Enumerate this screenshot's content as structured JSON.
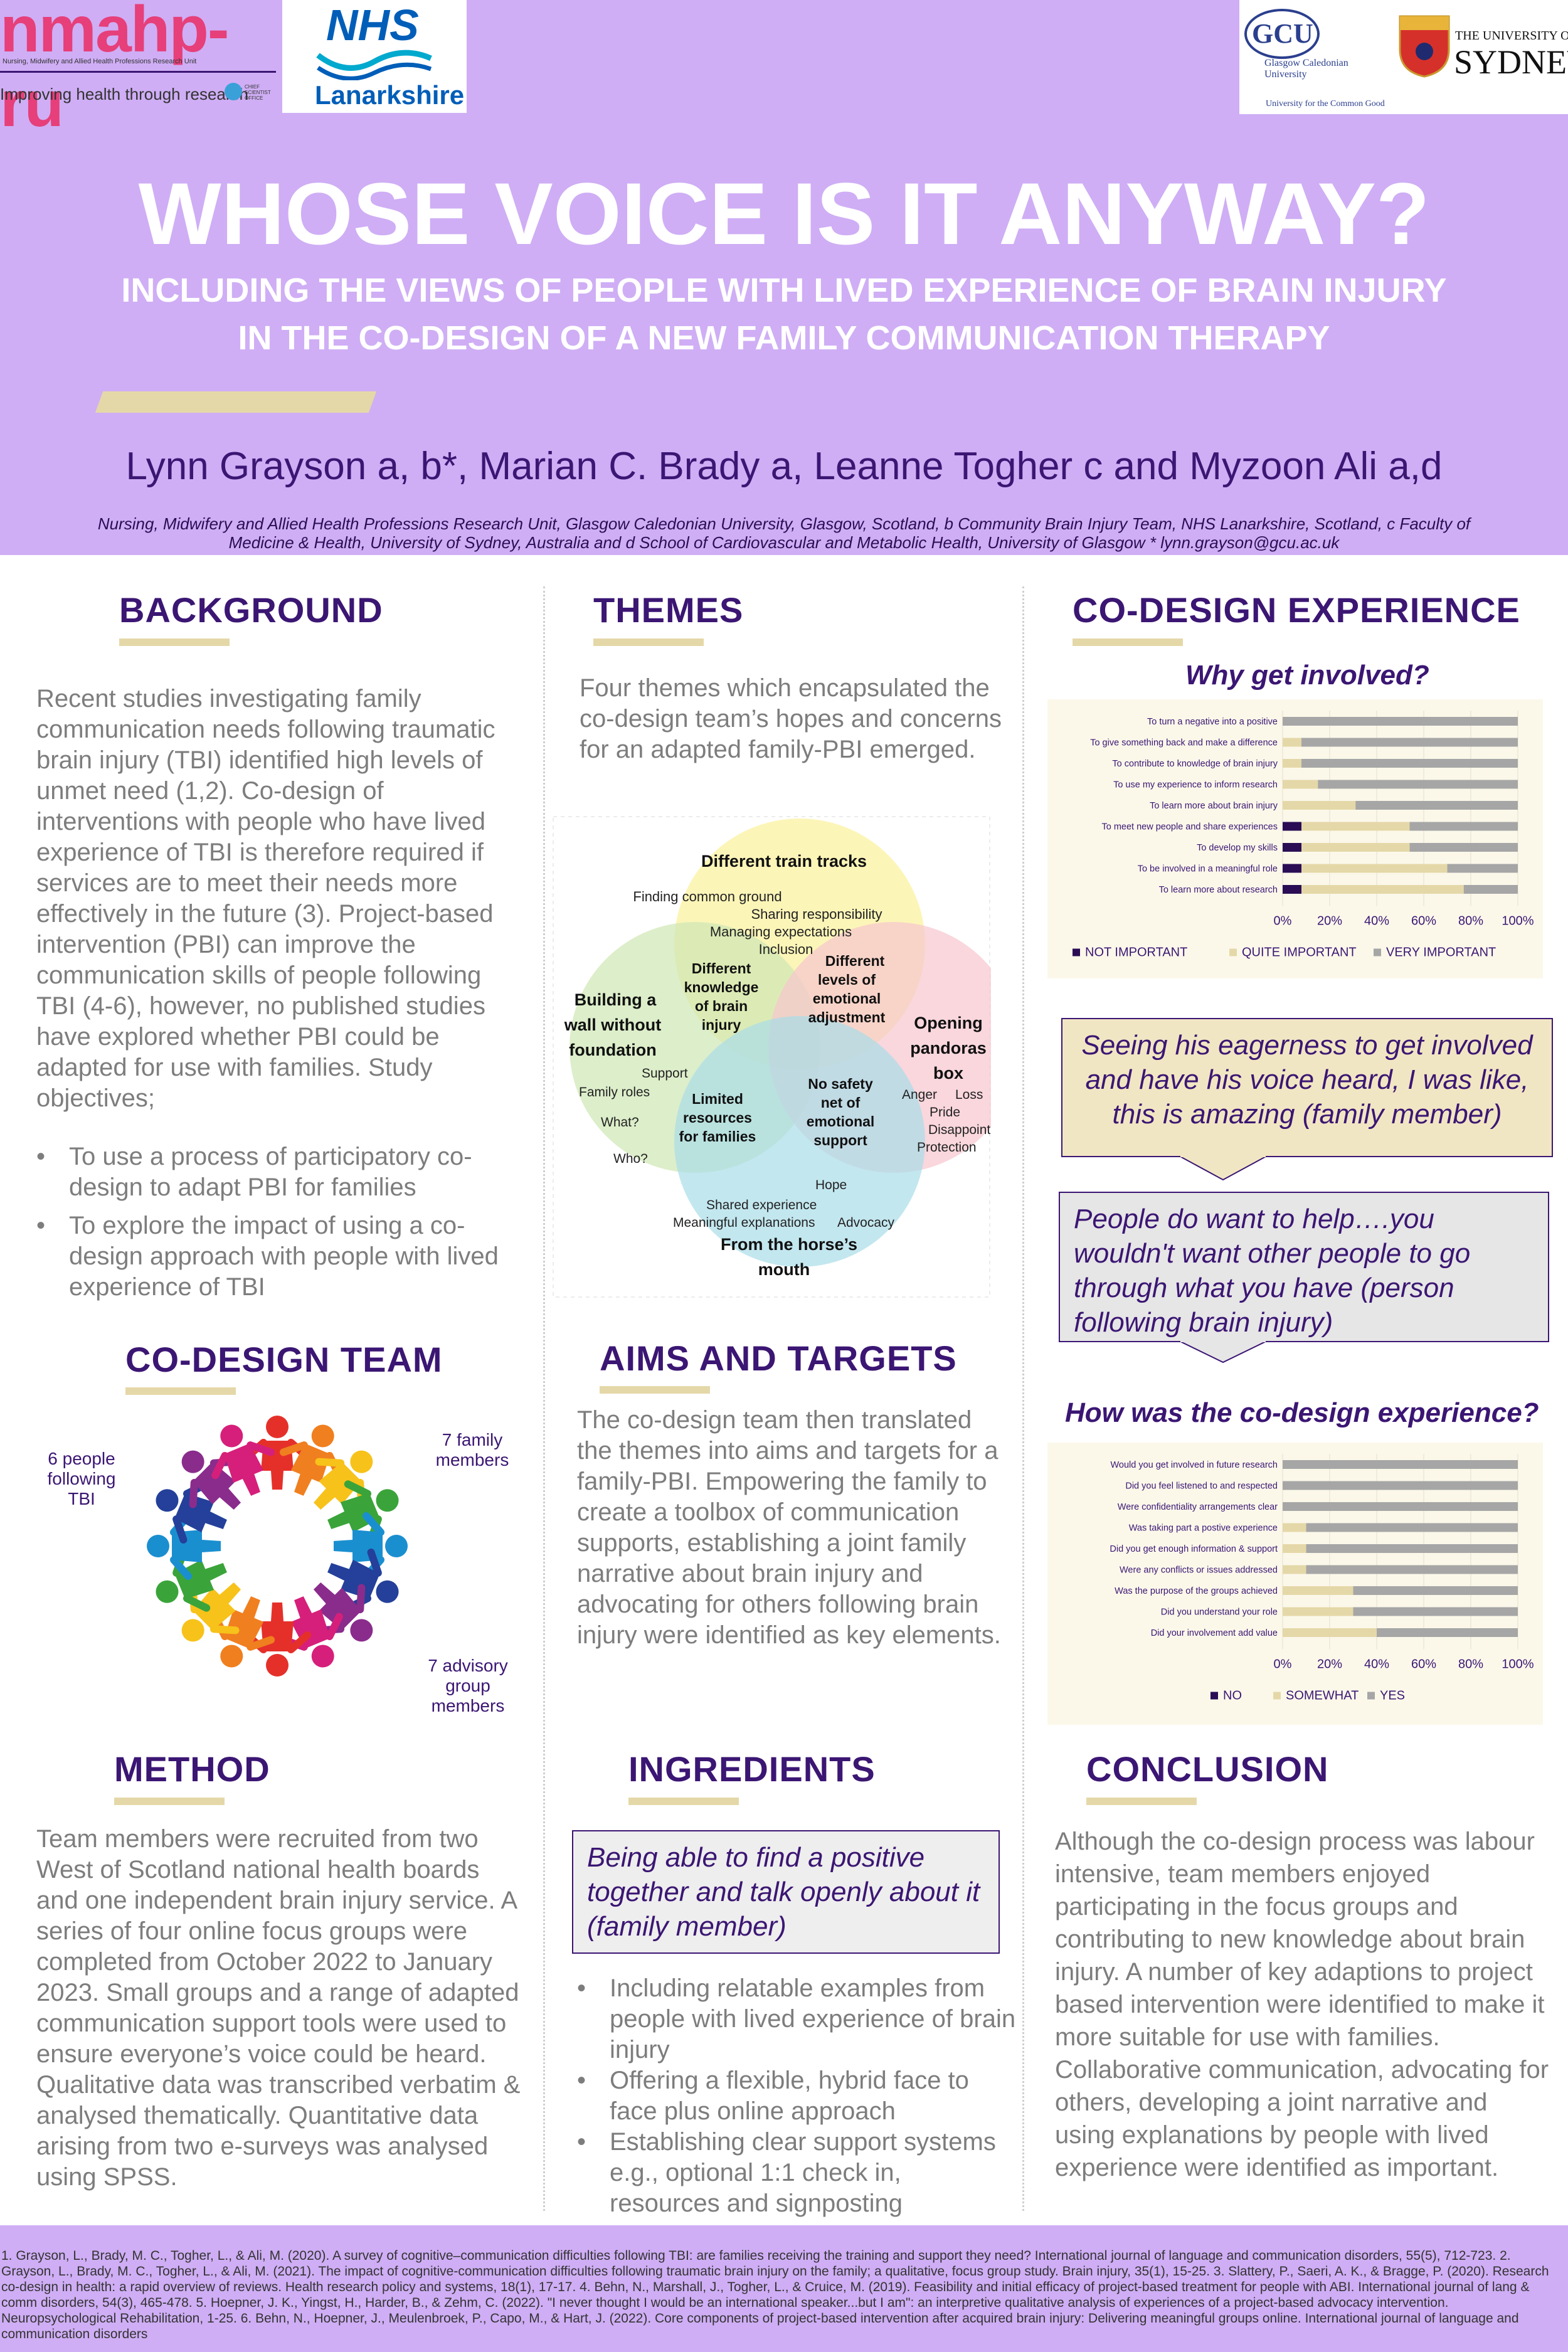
{
  "header": {
    "nmahp_logo": "nmahp-ru",
    "nmahp_sub": "Nursing, Midwifery and Allied Health Professions Research Unit",
    "nmahp_tagline": "Improving health through research",
    "cso_text": "CHIEF SCIENTIST OFFICE",
    "nhs_logo": "NHS",
    "nhs_sub": "Lanarkshire",
    "gcu_logo": "GCU",
    "gcu_name_1": "Glasgow Caledonian",
    "gcu_name_2": "University",
    "gcu_tagline": "University for the Common Good",
    "sydney_1": "THE UNIVERSITY OF",
    "sydney_2": "SYDNEY",
    "title": "WHOSE VOICE IS IT ANYWAY?",
    "subtitle_1": "INCLUDING THE VIEWS OF PEOPLE WITH LIVED EXPERIENCE OF BRAIN INJURY",
    "subtitle_2": "IN THE CO-DESIGN OF A NEW FAMILY COMMUNICATION THERAPY",
    "authors": "Lynn Grayson a, b*, Marian C. Brady a, Leanne Togher c and Myzoon Ali a,d",
    "affiliations_1": "Nursing, Midwifery and Allied Health Professions Research Unit, Glasgow Caledonian University, Glasgow, Scotland, b Community Brain Injury Team, NHS Lanarkshire, Scotland, c Faculty of",
    "affiliations_2": "Medicine & Health, University of Sydney, Australia and d School of Cardiovascular and Metabolic Health, University of Glasgow  * lynn.grayson@gcu.ac.uk",
    "colors": {
      "header_bg": "#cfaef5",
      "title": "#ffffff",
      "accent": "#3b1673",
      "underline": "#e5d8a8"
    }
  },
  "background": {
    "heading": "BACKGROUND",
    "text": "Recent studies investigating family communication needs following traumatic brain injury (TBI) identified high levels of unmet need (1,2). Co-design of interventions with people who have lived experience of TBI is therefore required if services are to meet their needs more effectively in the future (3). Project-based intervention (PBI) can improve the communication skills of people following TBI (4-6), however, no published studies have explored whether PBI could be adapted for use with families. Study objectives;",
    "bullets": [
      "To use a process of participatory co-design to adapt PBI for families",
      "To explore the impact of using a co-design approach with people with lived experience of  TBI"
    ]
  },
  "codesign_team": {
    "heading": "CO-DESIGN TEAM",
    "label_people": "6 people following TBI",
    "label_family": "7 family members",
    "label_advisory": "7 advisory group members",
    "icon": "people-circle-icon"
  },
  "method": {
    "heading": "METHOD",
    "text": "Team members were recruited from two West of Scotland national health boards and one independent brain injury service. A series of  four online focus groups were completed from October 2022 to January 2023. Small groups and a range of adapted communication support tools were used to ensure everyone’s voice could be heard. Qualitative data was transcribed verbatim & analysed thematically. Quantitative data arising from two e-surveys was analysed using SPSS."
  },
  "themes": {
    "heading": "THEMES",
    "text": "Four themes which encapsulated the co-design team’s hopes and concerns for an adapted family-PBI emerged.",
    "venn": {
      "top_title": "Different train tracks",
      "top_items": [
        "Finding common ground",
        "Sharing responsibility",
        "Managing expectations",
        "Inclusion"
      ],
      "left_title": [
        "Building a",
        "wall without",
        "foundation"
      ],
      "left_items": [
        "Support",
        "Family roles",
        "What?",
        "Who?"
      ],
      "right_title": [
        "Opening",
        "pandoras",
        "box"
      ],
      "right_items": [
        "Anger",
        "Loss",
        "Pride",
        "Disappointment",
        "Protection"
      ],
      "bottom_title": [
        "From the horse’s",
        "mouth"
      ],
      "bottom_items": [
        "Hope",
        "Shared experience",
        "Meaningful explanations",
        "Advocacy"
      ],
      "overlap_tl": [
        "Different",
        "knowledge",
        "of brain",
        "injury"
      ],
      "overlap_tr": [
        "Different",
        "levels of",
        "emotional",
        "adjustment"
      ],
      "overlap_bl": [
        "Limited",
        "resources",
        "for families"
      ],
      "overlap_br": [
        "No safety",
        "net of",
        "emotional",
        "support"
      ],
      "colors": {
        "top": "#fbf3a6",
        "left": "#cfe7b3",
        "right": "#f7c6cf",
        "bottom": "#a9dde8"
      }
    }
  },
  "aims": {
    "heading": "AIMS AND TARGETS",
    "text": "The co-design team then translated the themes into aims and targets for a family-PBI. Empowering the family to create a toolbox of communication supports, establishing a joint family narrative about brain injury and advocating for others following brain injury were identified as key elements."
  },
  "ingredients": {
    "heading": "INGREDIENTS",
    "quote": "Being able to find a positive together and talk openly about it (family member)",
    "bullets": [
      "Including relatable examples from people with lived experience of brain injury",
      "Offering a flexible, hybrid face to face plus online approach",
      "Establishing clear support systems e.g., optional 1:1 check in, resources and signposting"
    ]
  },
  "codesign_experience": {
    "heading": "CO-DESIGN EXPERIENCE",
    "why_heading": "Why get involved?",
    "quote1": "Seeing his eagerness to get involved and have his voice heard, I was like, this is amazing (family member)",
    "quote2": "People do want to help….you wouldn't want other people to go through what you have (person following brain injury)",
    "how_heading": "How was the co-design experience?"
  },
  "chart_data": [
    {
      "type": "bar",
      "orientation": "horizontal",
      "stacked": true,
      "title": "Why get involved?",
      "categories": [
        "To turn a negative into a positive",
        "To give something back and make a difference",
        "To contribute to knowledge of brain injury",
        "To use my experience to inform research",
        "To learn more about brain injury",
        "To meet new people and share experiences",
        "To develop my skills",
        "To be involved in a meaningful role",
        "To learn more about research"
      ],
      "series": [
        {
          "name": "NOT IMPORTANT",
          "color": "#2a0d55",
          "values": [
            0,
            0,
            0,
            0,
            0,
            8,
            8,
            8,
            8
          ]
        },
        {
          "name": "QUITE IMPORTANT",
          "color": "#e5d8a8",
          "values": [
            0,
            8,
            8,
            15,
            31,
            46,
            46,
            62,
            69
          ]
        },
        {
          "name": "VERY IMPORTANT",
          "color": "#a6a6a6",
          "values": [
            100,
            92,
            92,
            85,
            69,
            46,
            46,
            30,
            23
          ]
        }
      ],
      "xlim": [
        0,
        100
      ],
      "xticks": [
        "0%",
        "20%",
        "40%",
        "60%",
        "80%",
        "100%"
      ],
      "legend": "bottom"
    },
    {
      "type": "bar",
      "orientation": "horizontal",
      "stacked": true,
      "title": "How was the co-design experience?",
      "categories": [
        "Would you get involved in future research",
        "Did you feel listened to and respected",
        "Were confidentiality arrangements clear",
        "Was taking part a postive experience",
        "Did you get enough information & support",
        "Were any conflicts or issues addressed",
        "Was the purpose of the groups achieved",
        "Did you understand your role",
        "Did your involvement add value"
      ],
      "series": [
        {
          "name": "NO",
          "color": "#2a0d55",
          "values": [
            0,
            0,
            0,
            0,
            0,
            0,
            0,
            0,
            0
          ]
        },
        {
          "name": "SOMEWHAT",
          "color": "#e5d8a8",
          "values": [
            0,
            0,
            0,
            10,
            10,
            10,
            30,
            30,
            40
          ]
        },
        {
          "name": "YES",
          "color": "#a6a6a6",
          "values": [
            100,
            100,
            100,
            90,
            90,
            90,
            70,
            70,
            60
          ]
        }
      ],
      "xlim": [
        0,
        100
      ],
      "xticks": [
        "0%",
        "20%",
        "40%",
        "60%",
        "80%",
        "100%"
      ],
      "legend": "bottom"
    }
  ],
  "conclusion": {
    "heading": "CONCLUSION",
    "text": "Although the co-design process was labour intensive, team members enjoyed participating in the focus groups and contributing to new knowledge about brain injury. A number of key adaptions to project based intervention were identified to make it more suitable for use with families. Collaborative communication, advocating for others, developing a joint narrative and using explanations by people with lived experience were identified as important."
  },
  "references": {
    "text": "1.  Grayson, L., Brady, M. C., Togher, L., & Ali, M. (2020). A survey of cognitive–communication difficulties following TBI: are families receiving the training and support they need? International journal of language and communication disorders, 55(5), 712-723. 2. Grayson, L., Brady, M. C., Togher, L., & Ali, M. (2021). The impact of cognitive-communication difficulties following traumatic brain injury on the family; a qualitative, focus group study. Brain injury, 35(1), 15-25. 3. Slattery, P., Saeri, A. K., & Bragge, P. (2020). Research co-design in health: a rapid overview of reviews. Health research policy and systems, 18(1), 17-17. 4. Behn, N., Marshall, J., Togher, L., & Cruice, M. (2019). Feasibility and initial efficacy of project-based treatment for people with ABI. International journal of lang & comm disorders, 54(3), 465-478. 5. Hoepner, J. K., Yingst, H., Harder, B., & Zehm, C. (2022). \"I never thought I would be an international speaker...but I am\": an interpretive qualitative analysis of experiences of a project-based advocacy intervention. Neuropsychological Rehabilitation, 1-25. 6. Behn, N., Hoepner, J., Meulenbroek, P., Capo, M., & Hart, J. (2022). Core components of project-based intervention after acquired brain injury: Delivering meaningful groups online. International journal of language and communication disorders"
  }
}
